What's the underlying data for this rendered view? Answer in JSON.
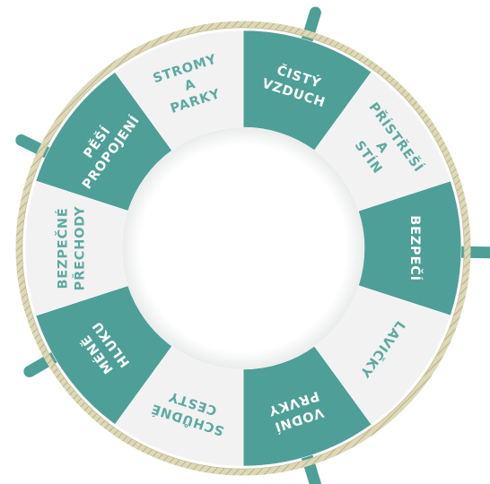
{
  "colors": {
    "teal": "#4e9f97",
    "light": "#f1f2f1",
    "light_text": "#5ea9a1",
    "dark_text": "#ffffff",
    "rope": "#cdc7a0",
    "handle": "#4e9f97"
  },
  "segments": [
    {
      "lines": [
        "ČISTÝ",
        "VZDUCH"
      ],
      "style": "teal"
    },
    {
      "lines": [
        "PŘÍSTŘEŠÍ",
        "A",
        "STÍN"
      ],
      "style": "light"
    },
    {
      "lines": [
        "BEZPEČÍ"
      ],
      "style": "teal"
    },
    {
      "lines": [
        "LAVIČKY"
      ],
      "style": "light"
    },
    {
      "lines": [
        "VODNÍ",
        "PRVKY"
      ],
      "style": "teal"
    },
    {
      "lines": [
        "SCHŮDNÉ",
        "CESTY"
      ],
      "style": "light"
    },
    {
      "lines": [
        "MÉNĚ",
        "HLUKU"
      ],
      "style": "teal"
    },
    {
      "lines": [
        "BEZPEČNÉ",
        "PŘECHODY"
      ],
      "style": "light"
    },
    {
      "lines": [
        "PĚŠÍ",
        "PROPOJENÍ"
      ],
      "style": "teal"
    },
    {
      "lines": [
        "STROMY",
        "A",
        "PARKY"
      ],
      "style": "light"
    }
  ]
}
